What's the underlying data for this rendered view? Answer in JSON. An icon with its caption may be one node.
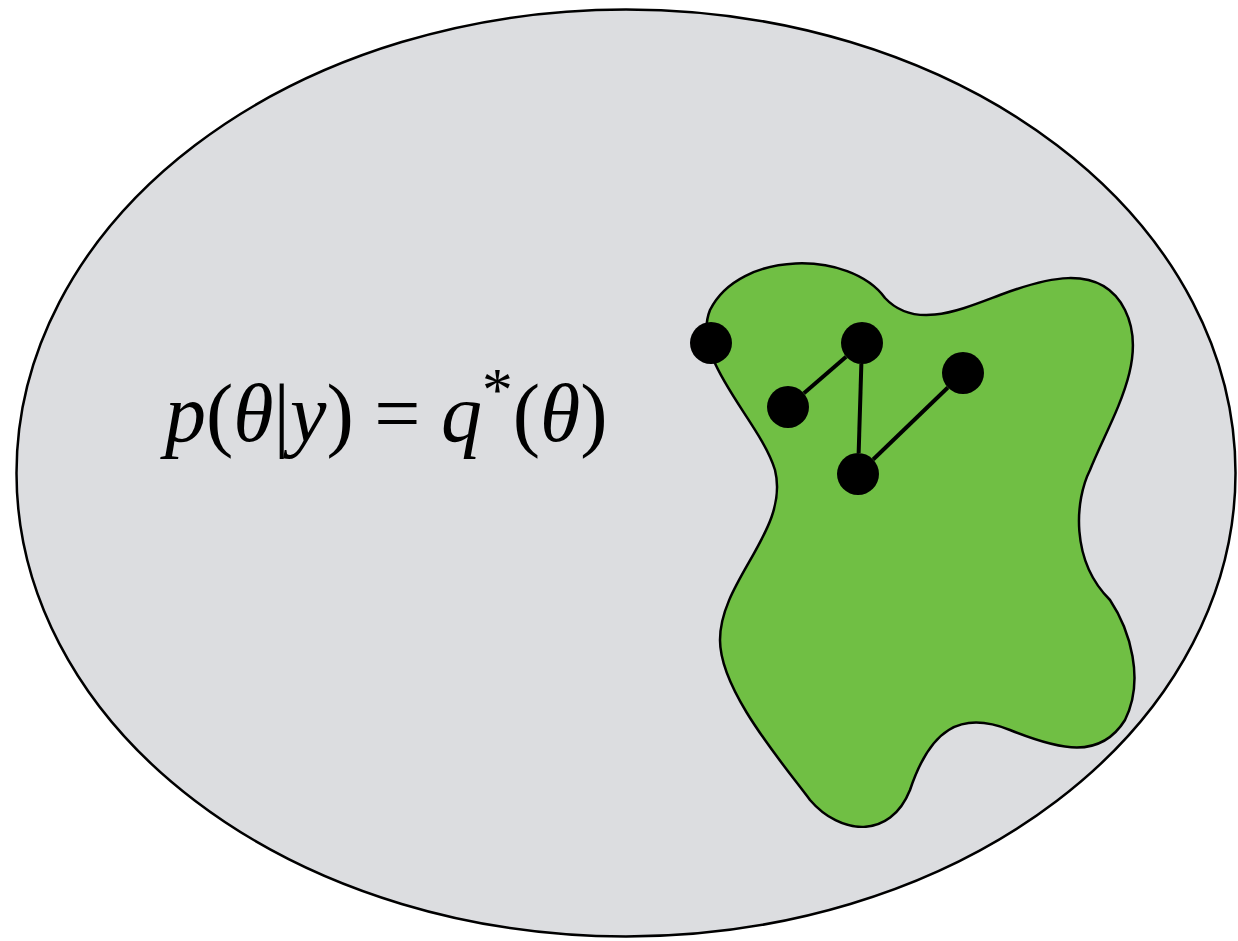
{
  "diagram": {
    "nodes": [
      {
        "text": [
          "*p*(*θ*|*y*) = *q*$^{*}$(*θ*)"
        ]
      },
      {
        "text": [],
        "shape": "blob",
        "in": 0
      },
      {
        "text": [],
        "shape": "circle",
        "in": 0
      },
      {
        "text": [],
        "shape": "circle",
        "in": 1
      },
      {
        "text": [],
        "shape": "circle",
        "in": 1
      },
      {
        "text": [],
        "shape": "circle",
        "in": 1
      },
      {
        "text": [],
        "shape": "circle",
        "in": 1
      }
    ],
    "edges": [
      {
        "from": 3,
        "to": 5,
        "arrow": "none"
      },
      {
        "from": 5,
        "to": 4,
        "arrow": "none"
      },
      {
        "from": 4,
        "to": 6,
        "arrow": "none"
      }
    ]
  }
}
